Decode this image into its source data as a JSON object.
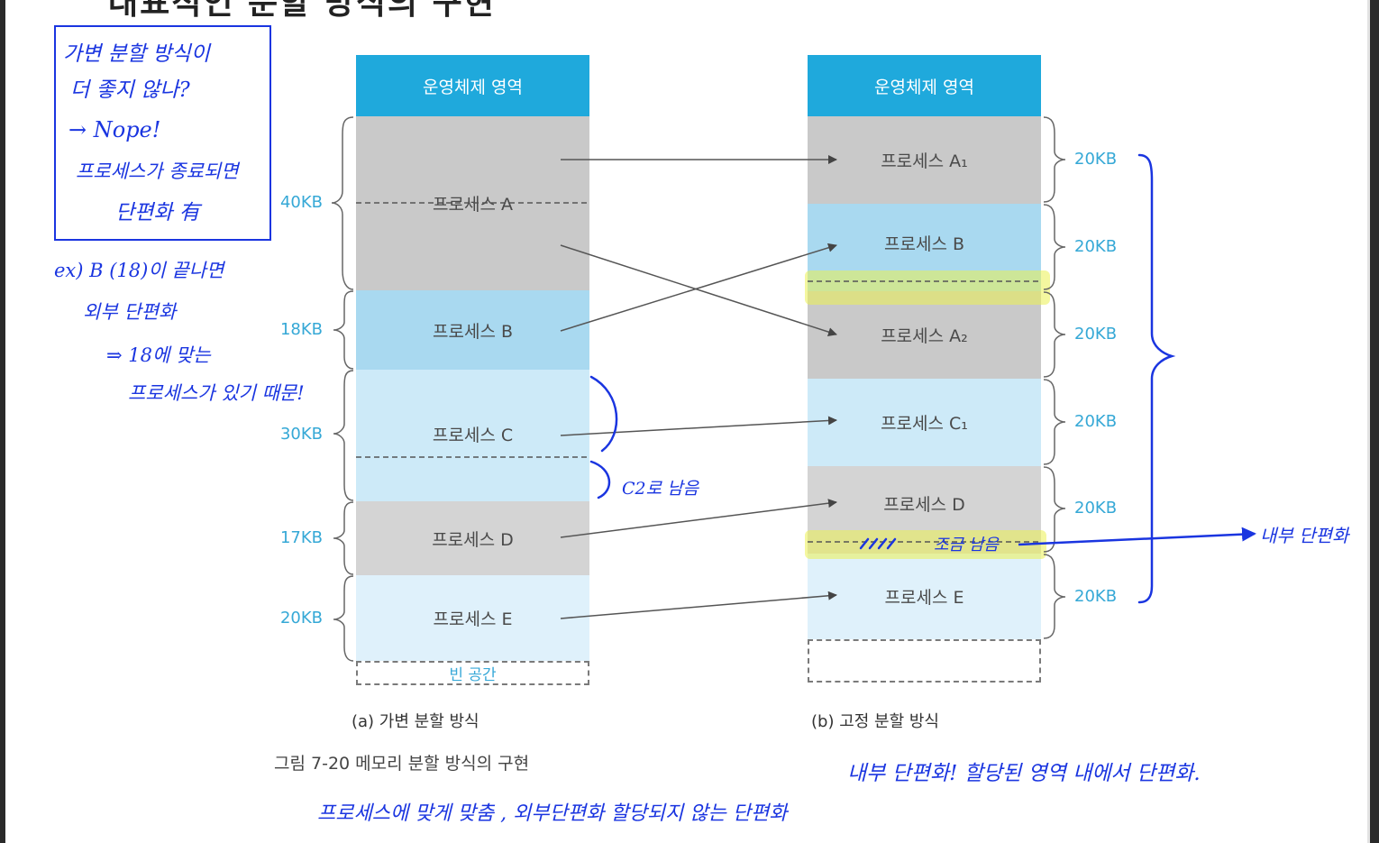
{
  "title_partial": "대표적인 분할 방식의 구현",
  "variable": {
    "os_label": "운영체제 영역",
    "blocks": [
      {
        "label": "프로세스 A",
        "size": "40KB"
      },
      {
        "label": "프로세스 B",
        "size": "18KB"
      },
      {
        "label": "프로세스 C",
        "size": "30KB"
      },
      {
        "label": "프로세스 D",
        "size": "17KB"
      },
      {
        "label": "프로세스 E",
        "size": "20KB"
      }
    ],
    "empty_label": "빈 공간",
    "caption": "(a) 가변 분할 방식"
  },
  "fixed": {
    "os_label": "운영체제 영역",
    "blocks": [
      {
        "label": "프로세스 A₁",
        "size": "20KB"
      },
      {
        "label": "프로세스 B",
        "size": "20KB"
      },
      {
        "label": "프로세스 A₂",
        "size": "20KB"
      },
      {
        "label": "프로세스 C₁",
        "size": "20KB"
      },
      {
        "label": "프로세스 D",
        "size": "20KB"
      },
      {
        "label": "프로세스 E",
        "size": "20KB"
      }
    ],
    "caption": "(b) 고정 분할 방식"
  },
  "figure_caption": "그림 7-20 메모리 분할 방식의 구현",
  "annotations": {
    "box_lines": [
      "가변 분할 방식이",
      "더 좋지 않나?",
      "→ Nope!",
      "프로세스가 종료되면",
      "단편화 有"
    ],
    "example_lines": [
      "ex) B (18)이 끝나면",
      "외부 단편화",
      "⇒ 18에 맞는",
      "프로세스가 있기 때문!"
    ],
    "c2_note": "C2로 남음",
    "small_left": "조금 남음",
    "internal_frag": "내부 단편화",
    "internal_def": "내부 단편화! 할당된 영역 내에서 단편화.",
    "bottom_line": "프로세스에 맞게 맞춤 , 외부단편화 할당되지 않는 단편화"
  },
  "colors": {
    "os": "#1fa9dc",
    "gray": "#c9c9c9",
    "blue": "#a9d9f0",
    "light_blue": "#cdeaf8",
    "size_text": "#35a8d6",
    "pen": "#1a35e0",
    "highlight": "#ebf050"
  }
}
